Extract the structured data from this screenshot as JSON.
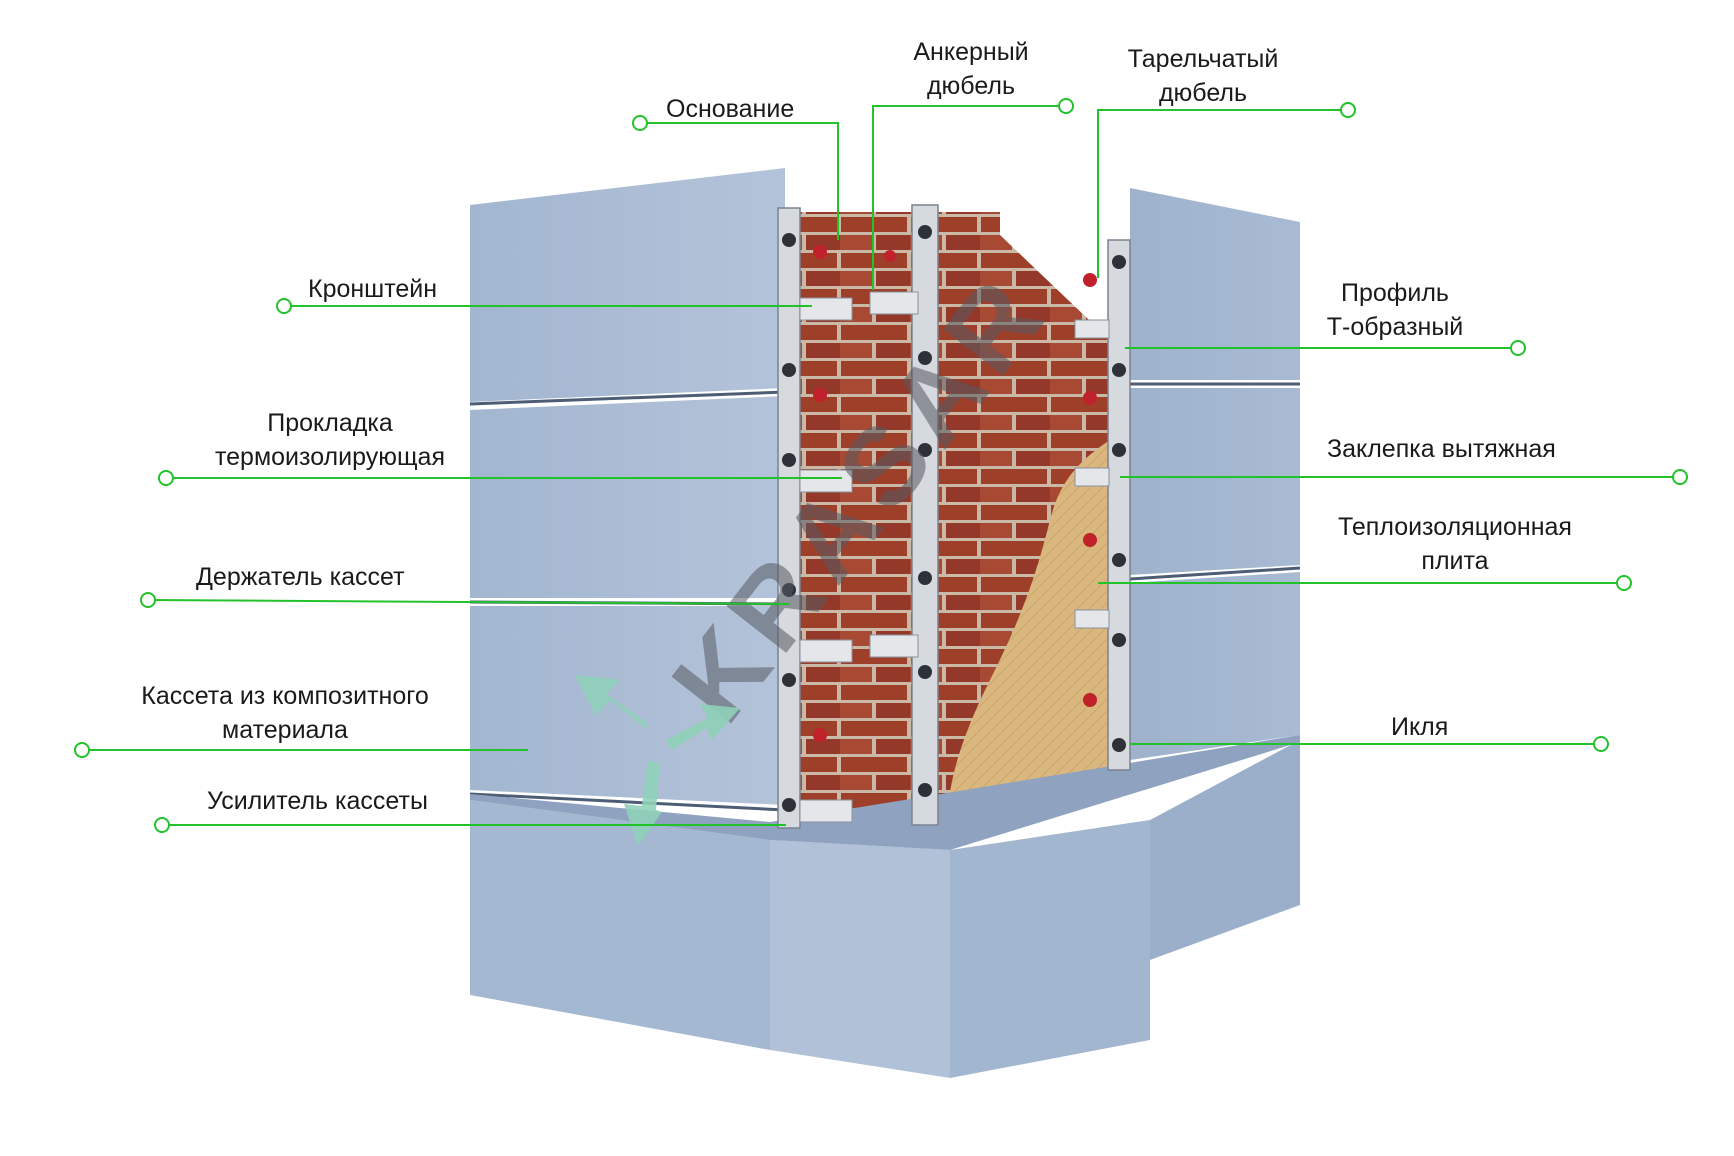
{
  "labels": {
    "osnovanie": "Основание",
    "ankerny_dubel": [
      "Анкерный",
      "дюбель"
    ],
    "tarelchaty_dubel": [
      "Тарельчатый",
      "дюбель"
    ],
    "kronshtein": "Кронштейн",
    "profil": [
      "Профиль",
      "Т-образный"
    ],
    "prokladka": [
      "Прокладка",
      "термоизолирующая"
    ],
    "zaklepka": "Заклепка вытяжная",
    "teploizolyacia": [
      "Теплоизоляционная",
      "плита"
    ],
    "derzhatel": "Держатель кассет",
    "kasseta": [
      "Кассета из композитного",
      "материала"
    ],
    "iklya": "Икля",
    "usilitel": "Усилитель кассеты"
  },
  "watermark": "KRASAR",
  "colors": {
    "leader_line": "#22c22b",
    "panel": "#a7b9d2",
    "panel_dark": "#8fa3c0",
    "brick": "#9e3f2a",
    "mortar": "#c9b9a6",
    "insulation": "#d9b77e",
    "profile_metal": "#d6d9de",
    "arrow": "#8fd1b9"
  }
}
